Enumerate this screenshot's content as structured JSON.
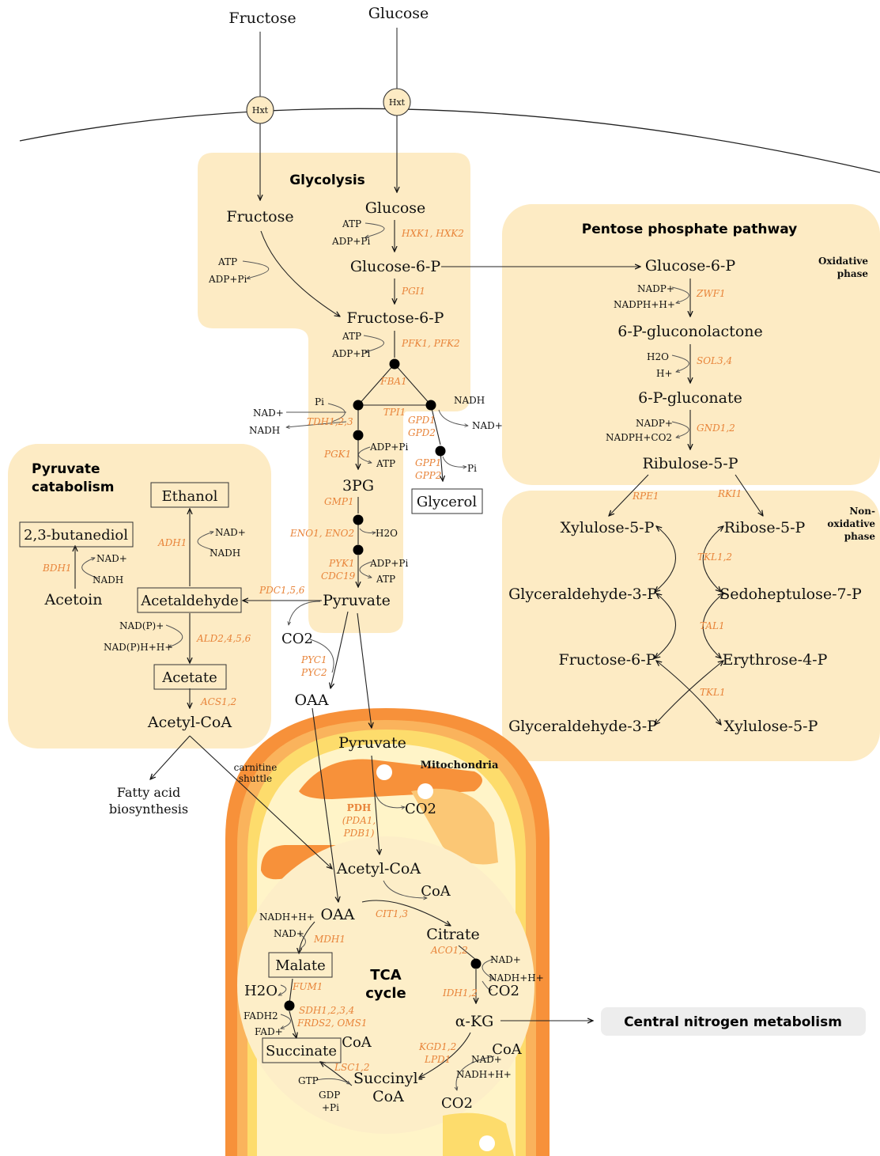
{
  "extracellular": {
    "fructose": "Fructose",
    "glucose": "Glucose"
  },
  "transporters": {
    "hxt_left": "Hxt",
    "hxt_right": "Hxt"
  },
  "glycolysis": {
    "title": "Glycolysis",
    "fructose": "Fructose",
    "glucose": "Glucose",
    "atp1": "ATP",
    "adp1": "ADP+Pi",
    "hxk": "HXK1, HXK2",
    "atp0": "ATP",
    "adp0": "ADP+Pi",
    "g6p": "Glucose-6-P",
    "pgi": "PGI1",
    "f6p": "Fructose-6-P",
    "atp2": "ATP",
    "adp2": "ADP+Pi",
    "pfk": "PFK1, PFK2",
    "fba": "FBA1",
    "tpi": "TPI1",
    "pi": "Pi",
    "nad_in": "NAD+",
    "nadh_out": "NADH",
    "tdh": "TDH1,2,3",
    "adp3": "ADP+Pi",
    "atp3": "ATP",
    "pgk": "PGK1",
    "pg3": "3PG",
    "gmp": "GMP1",
    "eno": "ENO1, ENO2",
    "h2o": "H2O",
    "pyk": "PYK1",
    "cdc": "CDC19",
    "adp4": "ADP+Pi",
    "atp4": "ATP",
    "pyruvate": "Pyruvate",
    "nadh_g": "NADH",
    "nad_g": "NAD+",
    "gpd1": "GPD1",
    "gpd2": "GPD2",
    "gpp1": "GPP1",
    "gpp2": "GPP2",
    "pi_g": "Pi",
    "glycerol": "Glycerol"
  },
  "ppp": {
    "title": "Pentose phosphate pathway",
    "oxidative": "Oxidative",
    "phase": "phase",
    "g6p": "Glucose-6-P",
    "nadp1": "NADP+",
    "nadph1": "NADPH+H+",
    "zwf": "ZWF1",
    "gluconolactone": "6-P-gluconolactone",
    "h2o": "H2O",
    "hplus": "H+",
    "sol": "SOL3,4",
    "gluconate": "6-P-gluconate",
    "nadp2": "NADP+",
    "nadph2": "NADPH+CO2",
    "gnd": "GND1,2",
    "ribulose": "Ribulose-5-P",
    "rpe": "RPE1",
    "rki": "RKI1",
    "non": "Non-",
    "nonox": "oxidative",
    "phase2": "phase",
    "xylulose1": "Xylulose-5-P",
    "ribose": "Ribose-5-P",
    "tkl1": "TKL1,2",
    "gap1": "Glyceraldehyde-3-P",
    "sedo": "Sedoheptulose-7-P",
    "tal": "TAL1",
    "f6p": "Fructose-6-P",
    "e4p": "Erythrose-4-P",
    "tkl2": "TKL1",
    "gap2": "Glyceraldehyde-3-P",
    "xylulose2": "Xylulose-5-P"
  },
  "pyruvate_catabolism": {
    "title1": "Pyruvate",
    "title2": "catabolism",
    "ethanol": "Ethanol",
    "adh": "ADH1",
    "nad1": "NAD+",
    "nadh1": "NADH",
    "butanediol": "2,3-butanediol",
    "bdh": "BDH1",
    "nad2": "NAD+",
    "nadh2": "NADH",
    "acetoin": "Acetoin",
    "acetaldehyde": "Acetaldehyde",
    "pdc": "PDC1,5,6",
    "nadp": "NAD(P)+",
    "nadph": "NAD(P)H+H+",
    "ald": "ALD2,4,5,6",
    "acetate": "Acetate",
    "acs": "ACS1,2",
    "acetyl_coa": "Acetyl-CoA"
  },
  "cytosol": {
    "co2": "CO2",
    "pyc1": "PYC1",
    "pyc2": "PYC2",
    "oaa": "OAA",
    "fatty1": "Fatty acid",
    "fatty2": "biosynthesis",
    "carnitine1": "carnitine",
    "carnitine2": "shuttle"
  },
  "mito": {
    "title": "Mitochondria",
    "pyruvate": "Pyruvate",
    "pdh": "PDH",
    "pda": "(PDA1,",
    "pdb": "PDB1)",
    "co2": "CO2",
    "acetyl_coa": "Acetyl-CoA",
    "coa1": "CoA",
    "cit": "CIT1,3",
    "oaa": "OAA",
    "citrate": "Citrate",
    "nadh_mdh": "NADH+H+",
    "nad_mdh": "NAD+",
    "mdh": "MDH1",
    "malate": "Malate",
    "tca1": "TCA",
    "tca2": "cycle",
    "aco": "ACO1,2",
    "nad_idh": "NAD+",
    "nadh_idh": "NADH+H+",
    "idh": "IDH1,2",
    "co2_idh": "CO2",
    "h2o": "H2O",
    "fum": "FUM1",
    "akg": "α-KG",
    "fadh": "FADH2",
    "fad": "FAD+",
    "sdh": "SDH1,2,3,4",
    "frds": "FRDS2, OMS1",
    "succinate": "Succinate",
    "coa2": "CoA",
    "lsc": "LSC1,2",
    "gtp": "GTP",
    "gdp": "GDP",
    "pi": "+Pi",
    "succinyl1": "Succinyl-",
    "succinyl2": "CoA",
    "kgd": "KGD1,2",
    "lpd": "LPD1",
    "coa3": "CoA",
    "nad_kgd": "NAD+",
    "nadh_kgd": "NADH+H+",
    "co2_kgd": "CO2"
  },
  "nitrogen": {
    "label": "Central nitrogen metabolism"
  },
  "colors": {
    "panel": "#fdebc4",
    "enzyme": "#e8843a",
    "mito_outer": "#f7913a",
    "mito_mid": "#fddc6c",
    "mito_inner": "#fff4c8",
    "mito_matrix": "#fdeec8",
    "dark": "#111111"
  }
}
